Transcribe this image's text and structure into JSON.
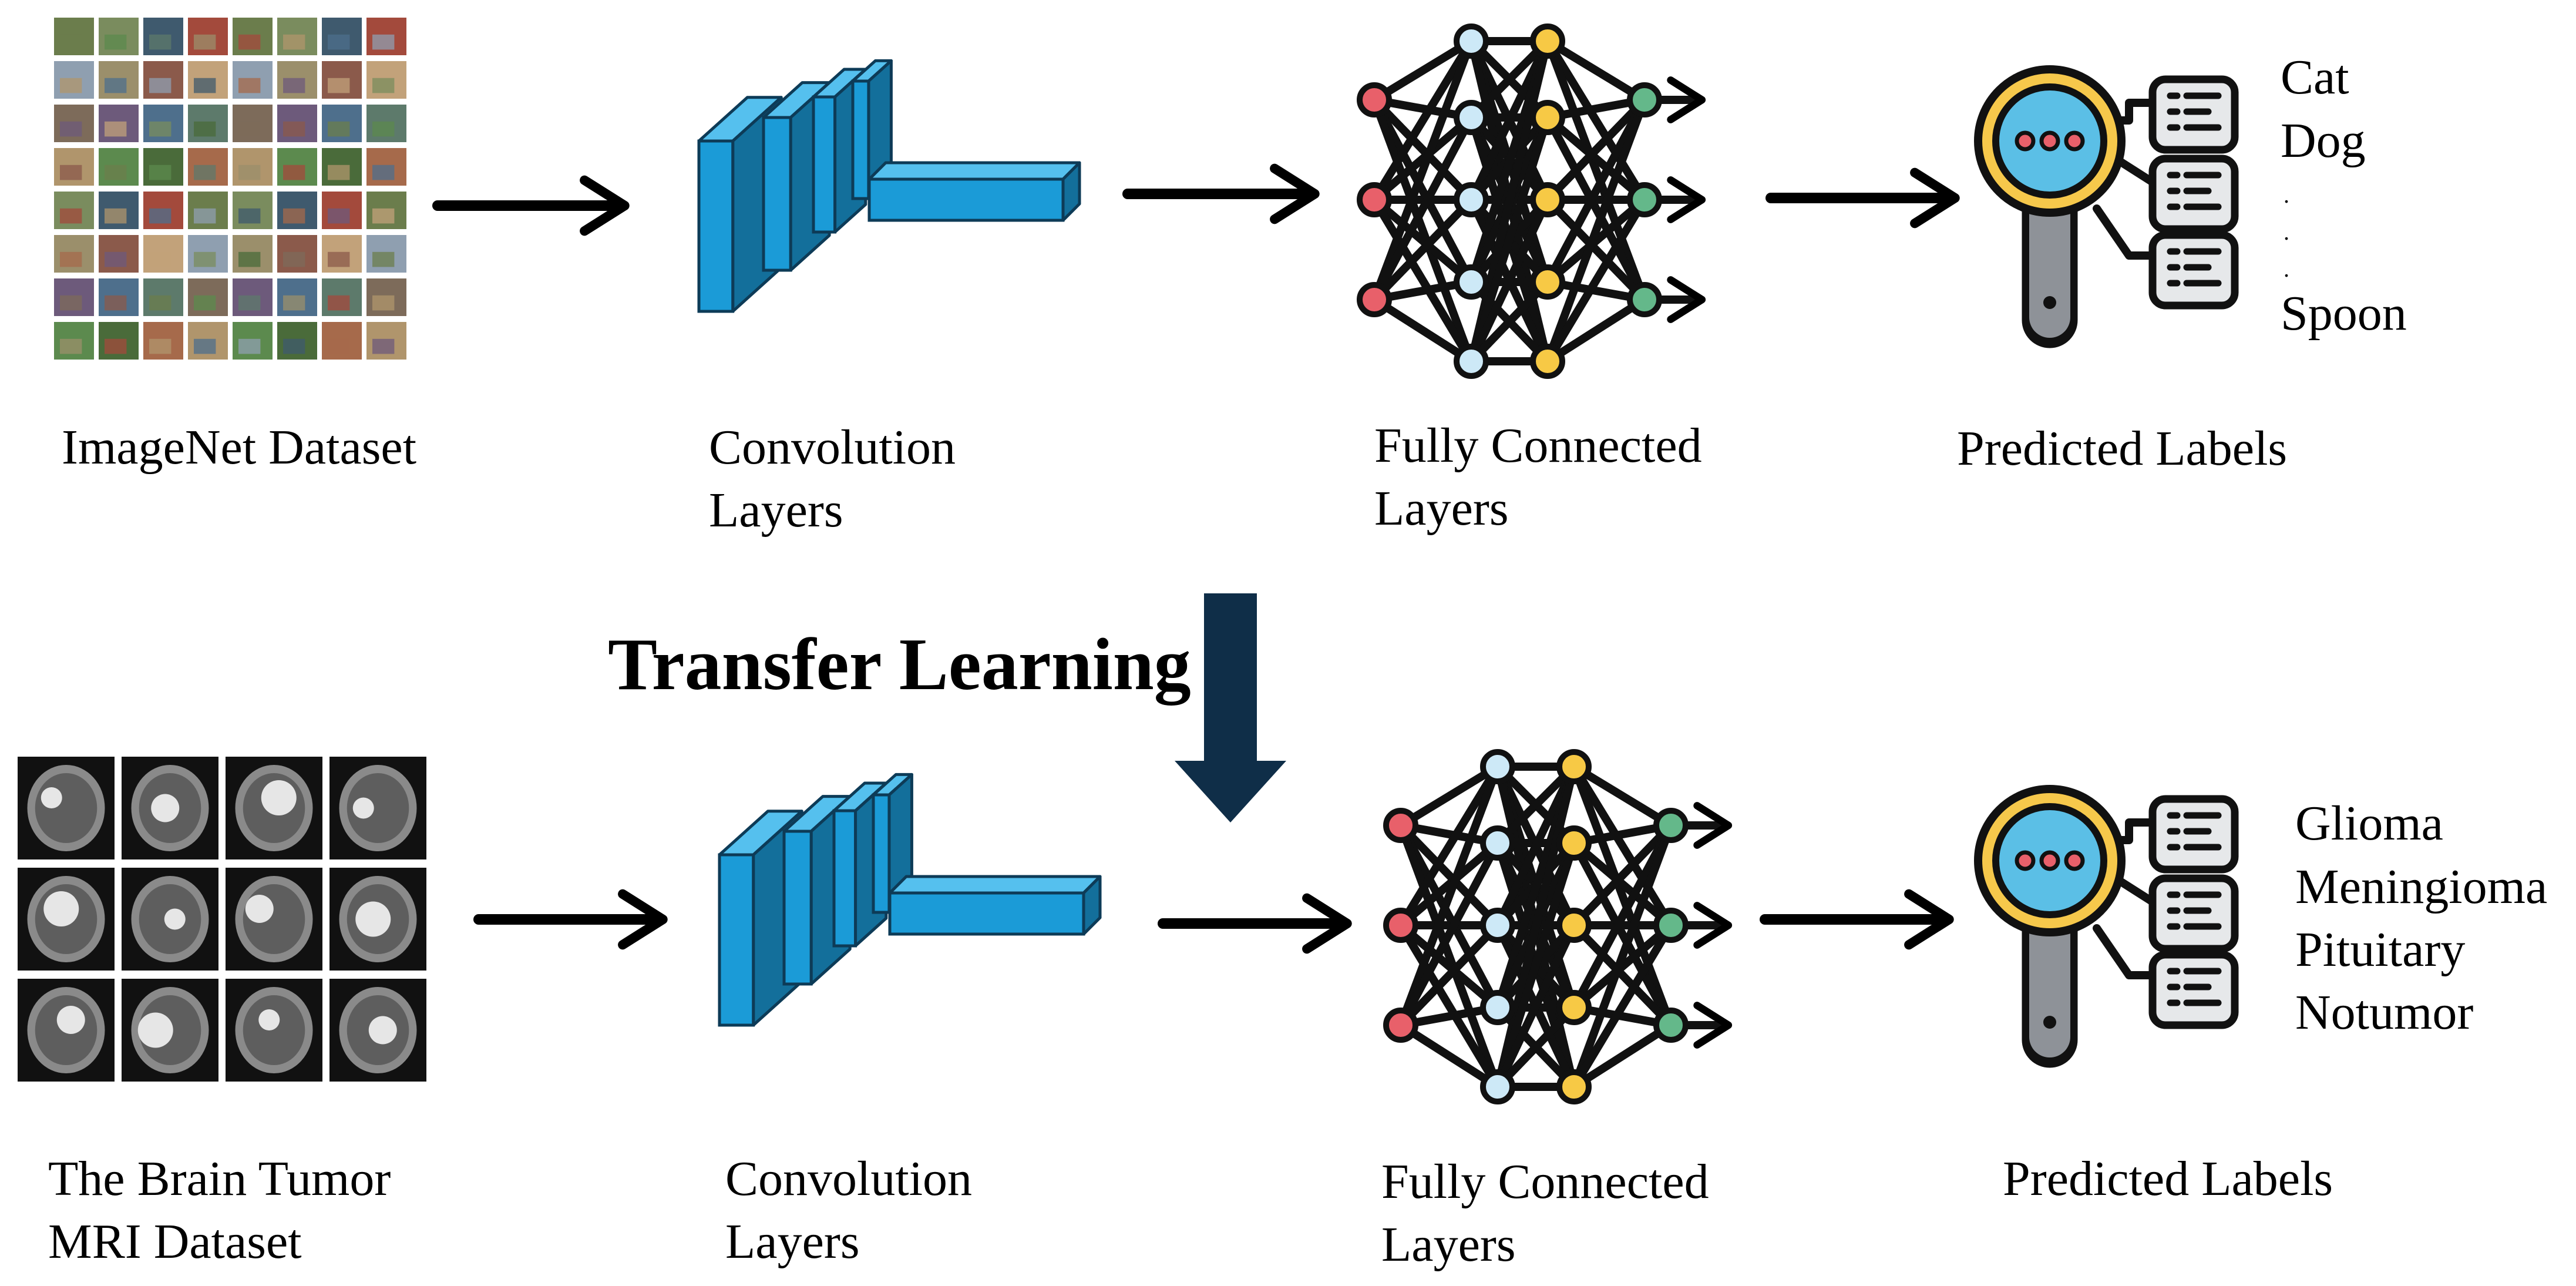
{
  "title": "Transfer Learning",
  "colors": {
    "conv_front": "#1b9bd7",
    "conv_side": "#136f9b",
    "conv_top": "#55c0ee",
    "conv_stroke": "#0d3b57",
    "node_red": "#e8606a",
    "node_blue": "#cde9f7",
    "node_yellow": "#f7c945",
    "node_green": "#64b88a",
    "transfer_arrow": "#0f2e48",
    "magnifier_lens": "#5bbfe6",
    "magnifier_ring": "#f6c84b",
    "magnifier_handle": "#8e9298",
    "label_card": "#e6e8ea"
  },
  "rows": [
    {
      "dataset_label": "ImageNet Dataset",
      "conv_label": [
        "Convolution",
        "Layers"
      ],
      "fc_label": [
        "Fully Connected",
        "Layers"
      ],
      "pred_label": "Predicted Labels",
      "classes": [
        "Cat",
        "Dog",
        "Spoon"
      ],
      "ellipsis": [
        ".",
        ".",
        "."
      ]
    },
    {
      "dataset_label": [
        "The Brain Tumor",
        "MRI Dataset"
      ],
      "conv_label": [
        "Convolution",
        "Layers"
      ],
      "fc_label": [
        "Fully Connected",
        "Layers"
      ],
      "pred_label": "Predicted Labels",
      "classes": [
        "Glioma",
        "Meningioma",
        "Pituitary",
        "Notumor"
      ]
    }
  ]
}
